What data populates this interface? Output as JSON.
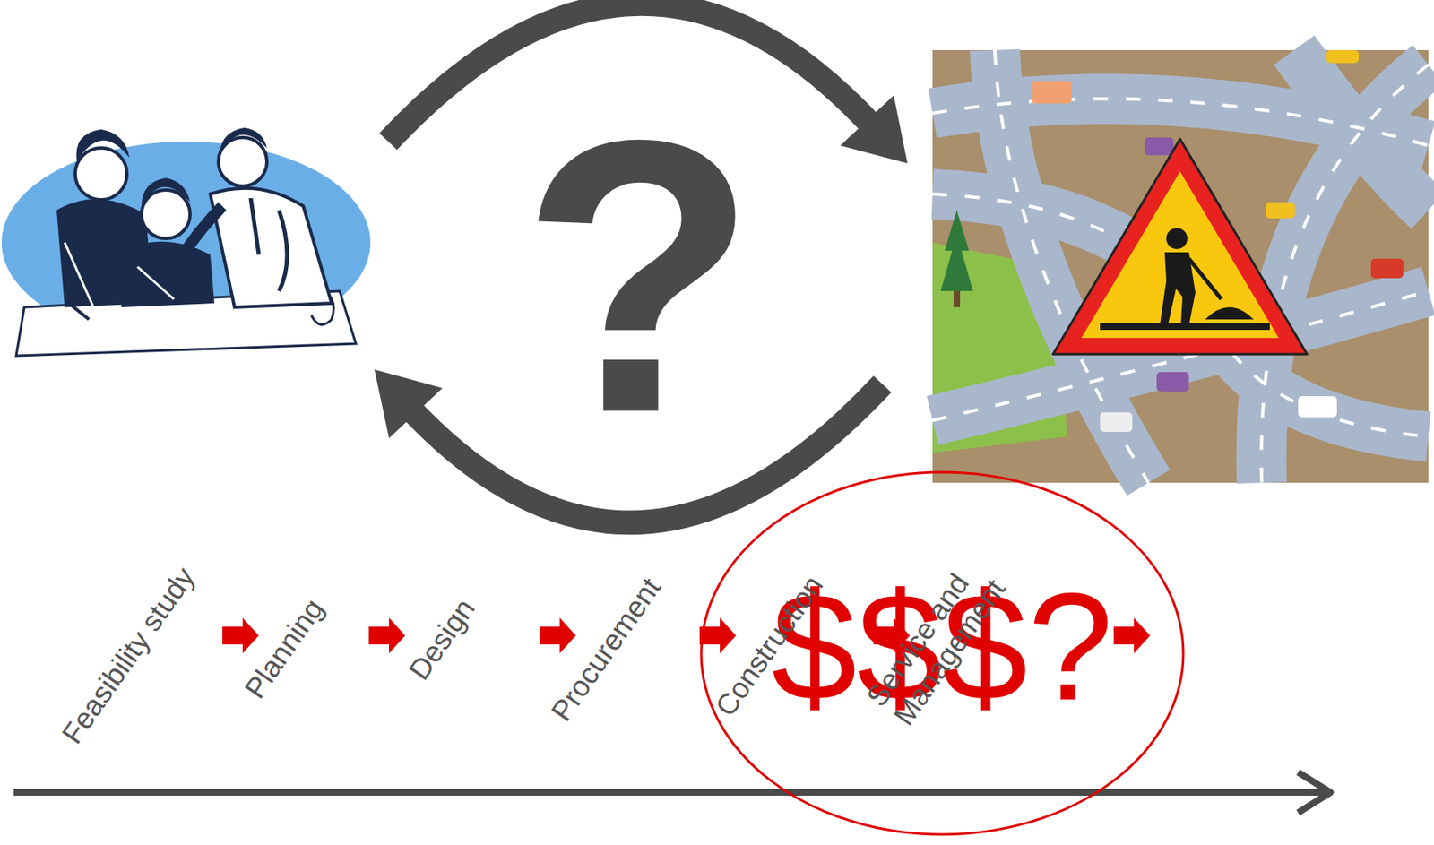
{
  "diagram": {
    "nodes": [
      {
        "text": [
          "$$$?"
        ]
      }
    ],
    "labels": [
      "?",
      "Feasibility study",
      "Planning",
      "Design",
      "Procurement",
      "Construction",
      "Service and Management"
    ]
  }
}
